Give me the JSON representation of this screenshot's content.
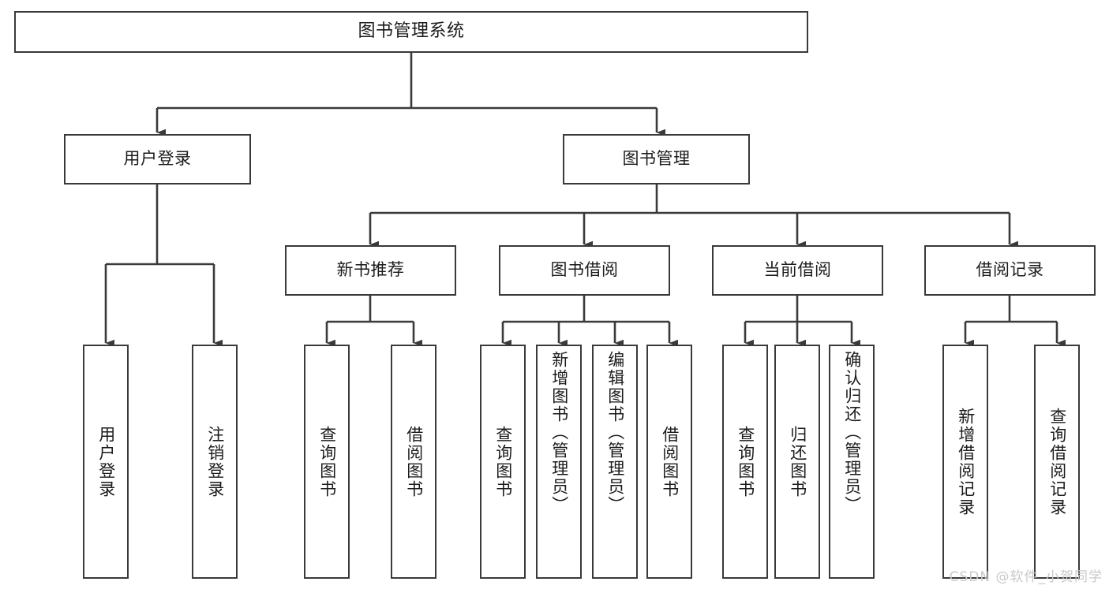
{
  "diagram": {
    "title": "图书管理系统",
    "type": "function-structure-tree",
    "line_color": "#3a3a3a",
    "box_fill": "#ffffff",
    "text_color": "#1b1b1b"
  },
  "root": {
    "label": "图书管理系统"
  },
  "level2": [
    {
      "label": "用户登录"
    },
    {
      "label": "图书管理"
    }
  ],
  "level3": [
    {
      "label": "新书推荐"
    },
    {
      "label": "图书借阅"
    },
    {
      "label": "当前借阅"
    },
    {
      "label": "借阅记录"
    }
  ],
  "leaves": {
    "user_login": [
      {
        "label": "用户登录"
      },
      {
        "label": "注销登录"
      }
    ],
    "new_book": [
      {
        "label": "查询图书"
      },
      {
        "label": "借阅图书"
      }
    ],
    "book_borrow": [
      {
        "label": "查询图书"
      },
      {
        "label": "新增图书（管理员）"
      },
      {
        "label": "编辑图书（管理员）"
      },
      {
        "label": "借阅图书"
      }
    ],
    "current_borrow": [
      {
        "label": "查询图书"
      },
      {
        "label": "归还图书"
      },
      {
        "label": "确认归还（管理员）"
      }
    ],
    "borrow_record": [
      {
        "label": "新增借阅记录"
      },
      {
        "label": "查询借阅记录"
      }
    ]
  },
  "watermark": {
    "text": "CSDN @软件_小贺同学"
  }
}
